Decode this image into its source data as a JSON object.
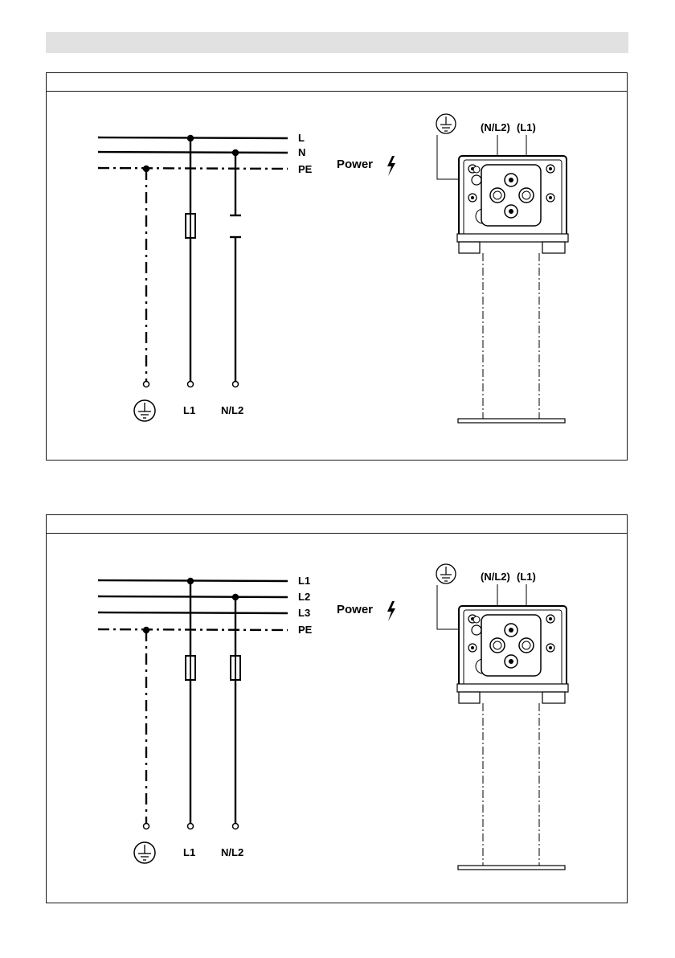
{
  "diagram_1": {
    "bus_labels": [
      "L",
      "N",
      "PE"
    ],
    "terminal_labels": [
      "L1",
      "N/L2"
    ],
    "power_label": "Power",
    "socket_labels": [
      "(N/L2)",
      "(L1)"
    ]
  },
  "diagram_2": {
    "bus_labels": [
      "L1",
      "L2",
      "L3",
      "PE"
    ],
    "terminal_labels": [
      "L1",
      "N/L2"
    ],
    "power_label": "Power",
    "socket_labels": [
      "(N/L2)",
      "(L1)"
    ]
  }
}
